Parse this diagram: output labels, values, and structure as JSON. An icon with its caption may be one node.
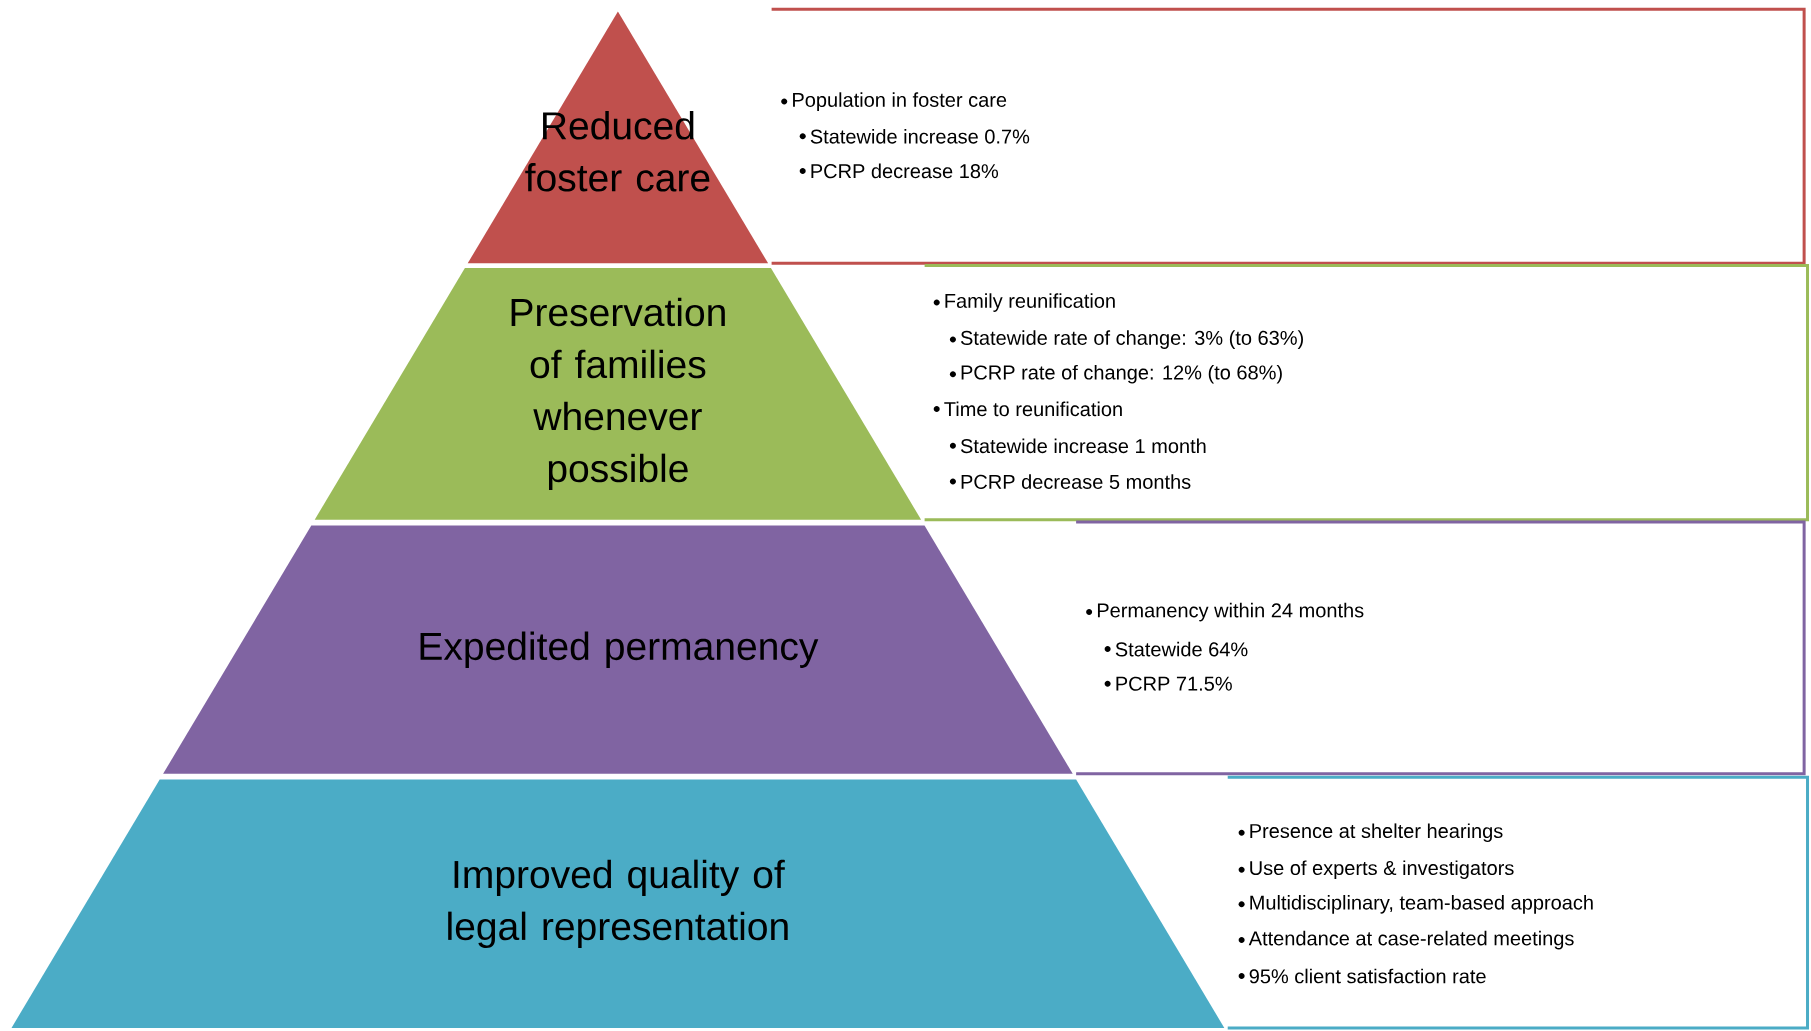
{
  "diagram": {
    "nodes": [
      {
        "text": [
          "Reduced foster care"
        ]
      },
      {
        "text": [
          "Population in foster care",
          "Statewide increase 0.7%",
          "PCRP decrease 18%"
        ]
      },
      {
        "text": [
          "Preservation of families whenever possible"
        ]
      },
      {
        "text": [
          "Family reunification",
          "Statewide rate of change: 3% (to 63%)",
          "PCRP rate of change: 12% (to 68%)",
          "Time to reunification",
          "Statewide increase 1 month",
          "PCRP decrease 5 months"
        ]
      },
      {
        "text": [
          "Expedited permanency"
        ]
      },
      {
        "text": [
          "Permanency within 24 months",
          "Statewide 64%",
          "PCRP 71.5%"
        ]
      },
      {
        "text": [
          "Improved quality of legal representation"
        ]
      },
      {
        "text": [
          "Presence at shelter hearings",
          "Use of experts & investigators",
          "Multidisciplinary, team-based approach",
          "Attendance at case-related meetings",
          "95% client satisfaction rate"
        ]
      }
    ]
  }
}
